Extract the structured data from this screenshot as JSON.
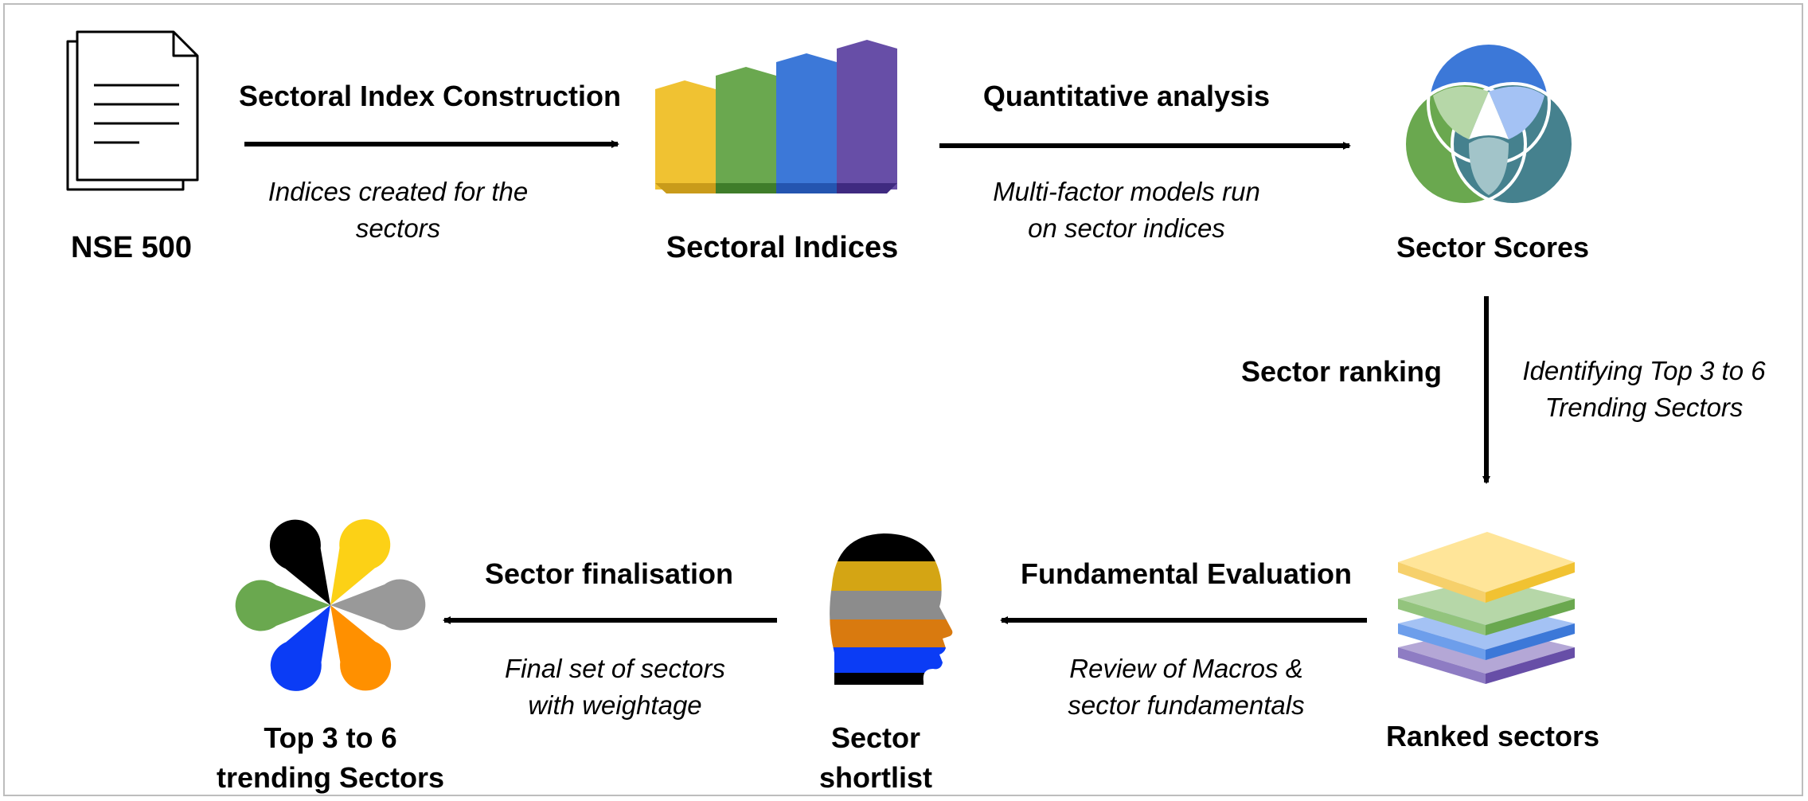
{
  "nodes": {
    "nse": "NSE 500",
    "indices": "Sectoral Indices",
    "scores": "Sector Scores",
    "ranked": "Ranked sectors",
    "shortlist": [
      "Sector",
      "shortlist"
    ],
    "top": [
      "Top 3 to 6",
      "trending Sectors"
    ]
  },
  "steps": {
    "construction": {
      "title": "Sectoral Index Construction",
      "note": [
        "Indices created for the",
        "sectors"
      ]
    },
    "quant": {
      "title": "Quantitative analysis",
      "note": [
        "Multi-factor models run",
        "on sector indices"
      ]
    },
    "ranking": {
      "title": "Sector ranking",
      "note": [
        "Identifying Top 3 to 6",
        "Trending Sectors"
      ]
    },
    "fundamental": {
      "title": "Fundamental Evaluation",
      "note": [
        "Review of Macros &",
        "sector fundamentals"
      ]
    },
    "finalisation": {
      "title": "Sector finalisation",
      "note": [
        "Final set of sectors",
        "with weightage"
      ]
    }
  },
  "colors": {
    "yellow": "#f0c232",
    "green": "#6aa84f",
    "blue": "#3c78d8",
    "purple": "#674ea7",
    "teal": "#45818e",
    "orange": "#ff9000",
    "gray": "#8c8c8c",
    "brightblue": "#0b3cf5",
    "black": "#000000"
  },
  "icons": [
    "document-icon",
    "bar-chart-icon",
    "venn-diagram-icon",
    "layers-icon",
    "head-profile-icon",
    "flower-icon"
  ]
}
